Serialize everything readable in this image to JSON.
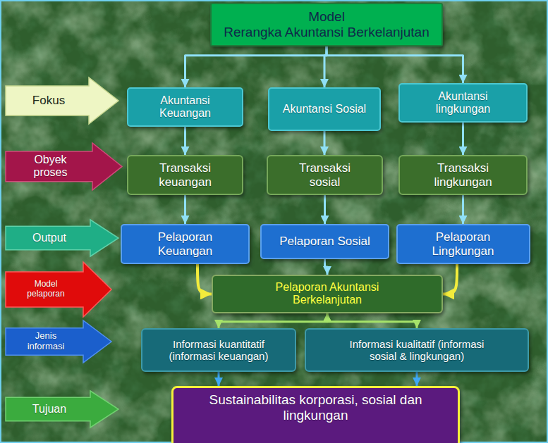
{
  "diagram": {
    "nodes": [
      {
        "text": [
          "Model",
          "Rerangka Akuntansi Berkelanjutan"
        ]
      },
      {
        "text": [
          "Fokus"
        ]
      },
      {
        "text": [
          "Akuntansi Keuangan"
        ]
      },
      {
        "text": [
          "Akuntansi Sosial"
        ]
      },
      {
        "text": [
          "Akuntansi lingkungan"
        ]
      },
      {
        "text": [
          "Obyek proses"
        ]
      },
      {
        "text": [
          "Transaksi keuangan"
        ]
      },
      {
        "text": [
          "Transaksi sosial"
        ]
      },
      {
        "text": [
          "Transaksi lingkungan"
        ]
      },
      {
        "text": [
          "Output"
        ]
      },
      {
        "text": [
          "Pelaporan Keuangan"
        ]
      },
      {
        "text": [
          "Pelaporan Sosial"
        ]
      },
      {
        "text": [
          "Pelaporan Lingkungan"
        ]
      },
      {
        "text": [
          "Model pelaporan"
        ]
      },
      {
        "text": [
          "Pelaporan Akuntansi Berkelanjutan"
        ]
      },
      {
        "text": [
          "Jenis informasi"
        ]
      },
      {
        "text": [
          "Informasi kuantitatif (informasi keuangan)"
        ]
      },
      {
        "text": [
          "Informasi kualitatif (informasi sosial & lingkungan)"
        ]
      },
      {
        "text": [
          "Tujuan"
        ]
      },
      {
        "text": [
          "Sustainabilitas korporasi, sosial dan lingkungan"
        ]
      }
    ],
    "edges": [
      {
        "from": 0,
        "to": 2,
        "arrow": "to"
      },
      {
        "from": 0,
        "to": 3,
        "arrow": "to"
      },
      {
        "from": 0,
        "to": 4,
        "arrow": "to"
      },
      {
        "from": 2,
        "to": 6,
        "arrow": "to"
      },
      {
        "from": 3,
        "to": 7,
        "arrow": "to"
      },
      {
        "from": 4,
        "to": 8,
        "arrow": "to"
      },
      {
        "from": 6,
        "to": 10,
        "arrow": "to"
      },
      {
        "from": 7,
        "to": 11,
        "arrow": "to"
      },
      {
        "from": 8,
        "to": 12,
        "arrow": "to"
      },
      {
        "from": 10,
        "to": 14,
        "arrow": "to"
      },
      {
        "from": 11,
        "to": 14,
        "arrow": "to"
      },
      {
        "from": 12,
        "to": 14,
        "arrow": "to"
      },
      {
        "from": 14,
        "to": 16,
        "arrow": "both"
      },
      {
        "from": 14,
        "to": 17,
        "arrow": "both"
      },
      {
        "from": 16,
        "to": 19,
        "arrow": "to"
      },
      {
        "from": 17,
        "to": 19,
        "arrow": "to"
      }
    ]
  }
}
